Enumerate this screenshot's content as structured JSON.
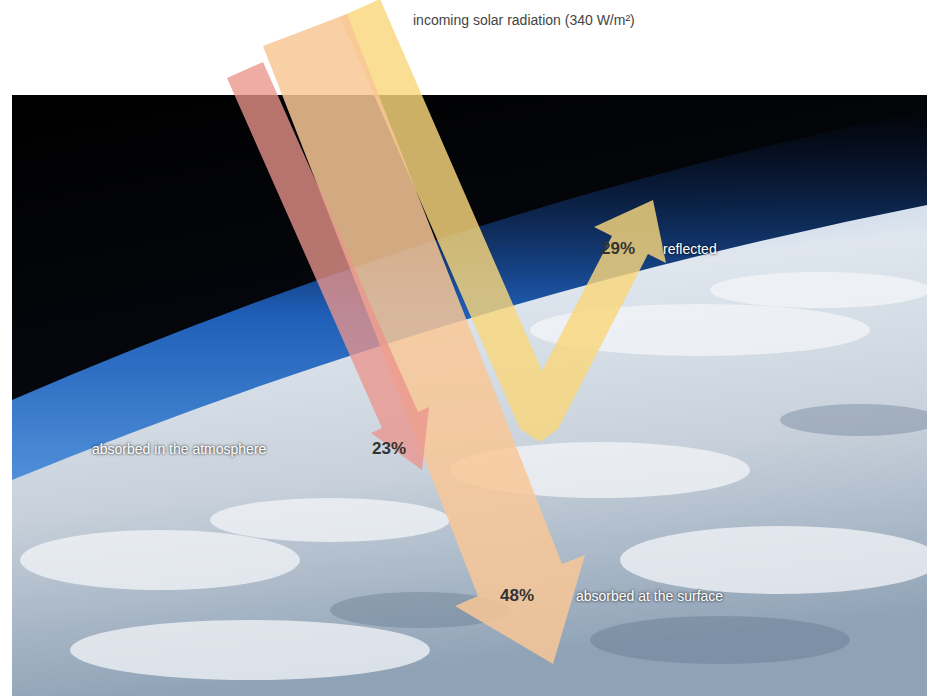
{
  "diagram": {
    "labels": [
      "incoming solar radiation (340 W/m²)",
      "29%",
      "reflected",
      "absorbed in the atmosphere",
      "23%",
      "48%",
      "absorbed at the surface"
    ]
  }
}
